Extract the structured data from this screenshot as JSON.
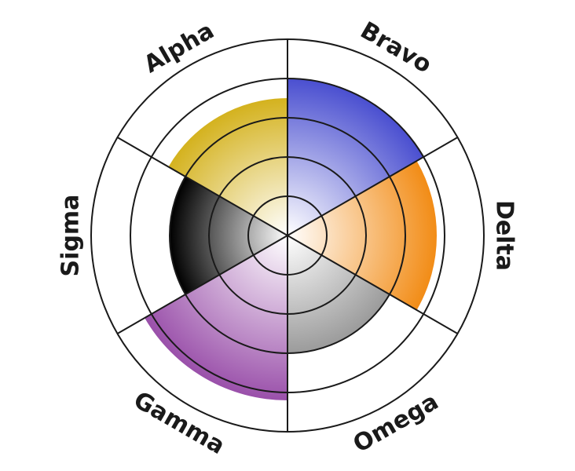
{
  "chart_data": {
    "type": "polar-area",
    "title": "",
    "categories": [
      "Alpha",
      "Bravo",
      "Delta",
      "Omega",
      "Gamma",
      "Sigma"
    ],
    "values": [
      3.5,
      4.0,
      3.8,
      3.0,
      4.2,
      3.0
    ],
    "rlim": [
      0,
      5
    ],
    "ring_ticks": [
      1,
      2,
      3,
      4,
      5
    ],
    "grid": true,
    "legend": "none",
    "colors": {
      "Alpha": "#d4b21e",
      "Bravo": "#4a4fd0",
      "Delta": "#f28c16",
      "Omega": "#9b9b9b",
      "Gamma": "#9a50aa",
      "Sigma": "#000000"
    }
  }
}
